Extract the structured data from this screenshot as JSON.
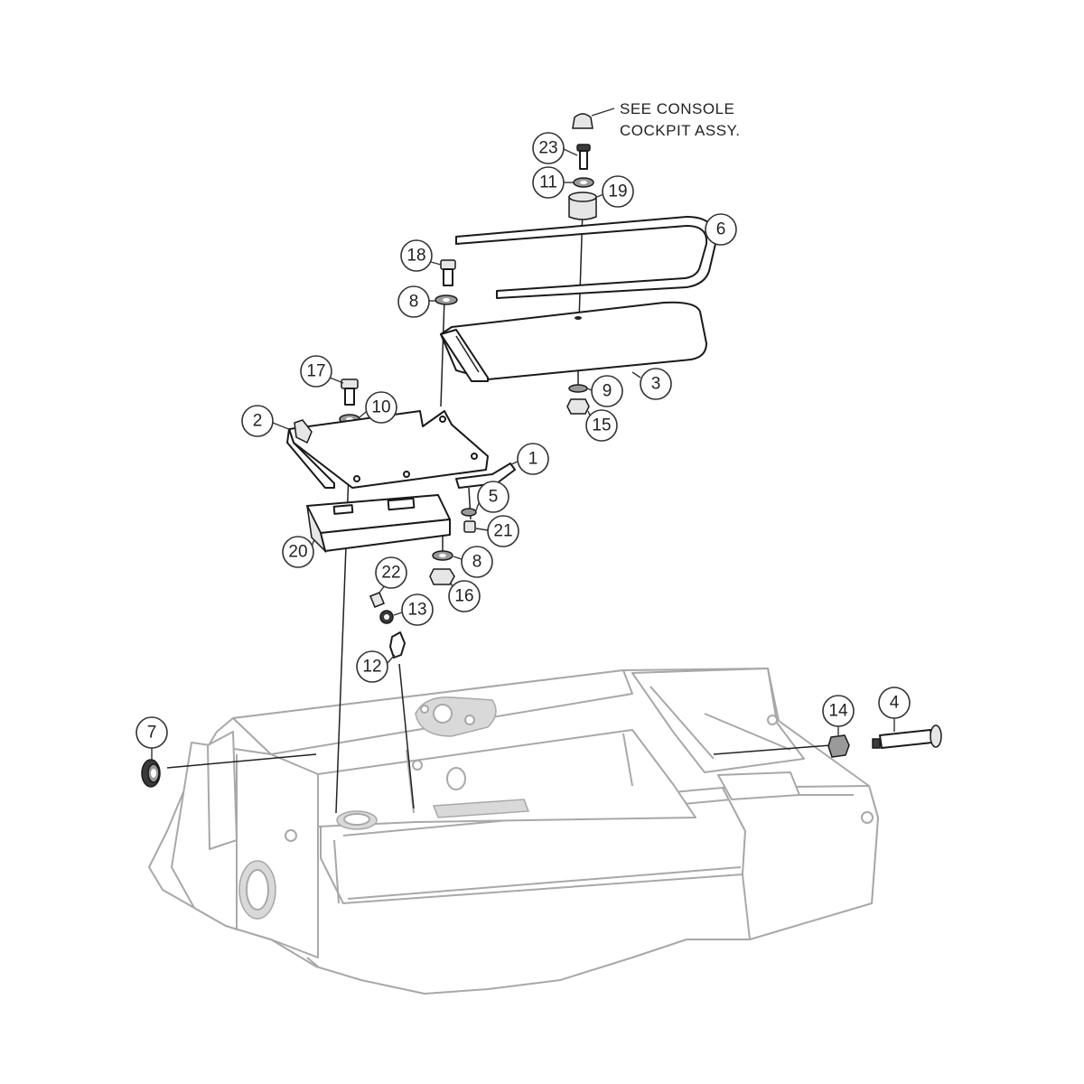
{
  "note": {
    "line1": "SEE CONSOLE",
    "line2": "COCKPIT ASSY."
  },
  "callouts": {
    "c1": "1",
    "c2": "2",
    "c3": "3",
    "c4": "4",
    "c5": "5",
    "c6": "6",
    "c7": "7",
    "c8a": "8",
    "c8b": "8",
    "c9": "9",
    "c10": "10",
    "c11": "11",
    "c12": "12",
    "c13": "13",
    "c14": "14",
    "c15": "15",
    "c16": "16",
    "c17": "17",
    "c18": "18",
    "c19": "19",
    "c20": "20",
    "c21": "21",
    "c22": "22",
    "c23": "23"
  }
}
